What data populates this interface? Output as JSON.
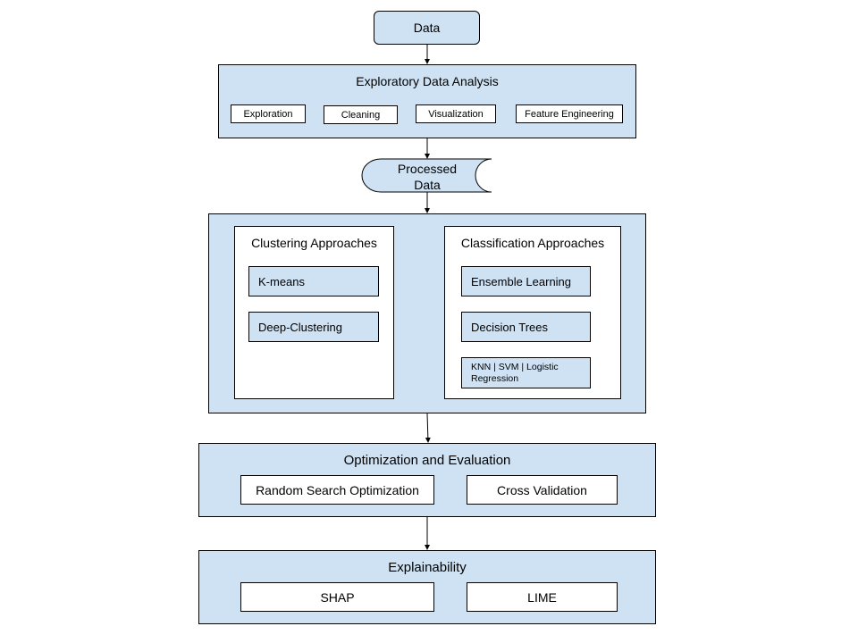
{
  "data_node": "Data",
  "eda": {
    "title": "Exploratory Data Analysis",
    "items": [
      "Exploration",
      "Cleaning",
      "Visualization",
      "Feature Engineering"
    ]
  },
  "processed": {
    "line1": "Processed",
    "line2": "Data"
  },
  "clustering": {
    "title": "Clustering Approaches",
    "items": [
      "K-means",
      "Deep-Clustering"
    ]
  },
  "classification": {
    "title": "Classification Approaches",
    "items": [
      "Ensemble Learning",
      "Decision Trees",
      "KNN | SVM | Logistic Regression"
    ]
  },
  "optimization": {
    "title": "Optimization and Evaluation",
    "items": [
      "Random Search Optimization",
      "Cross Validation"
    ]
  },
  "explainability": {
    "title": "Explainability",
    "items": [
      "SHAP",
      "LIME"
    ]
  },
  "colors": {
    "fill": "#cfe2f3",
    "stroke": "#000000"
  }
}
